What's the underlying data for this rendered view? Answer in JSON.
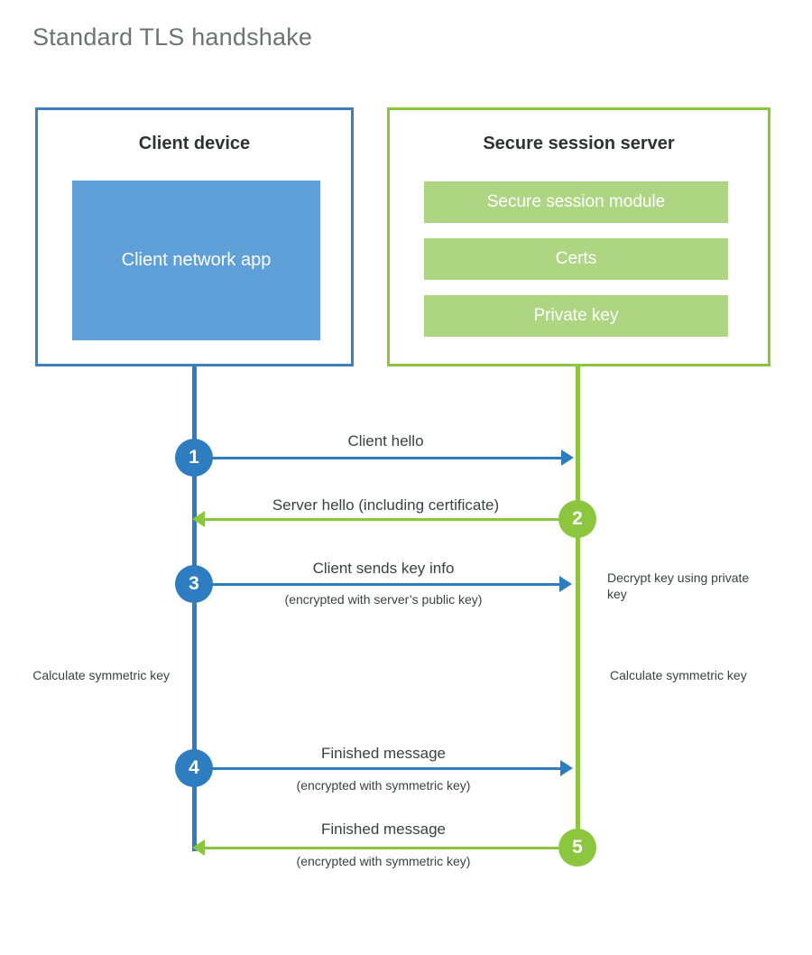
{
  "title": "Standard TLS handshake",
  "colors": {
    "client_blue": "#2e7dc0",
    "client_border_blue": "#3e7fc1",
    "client_app_fill": "#5fa0d8",
    "server_green": "#8cc63e",
    "server_bar_fill": "#aed581",
    "text_dark": "#3c4043",
    "title_gray": "#6f7275",
    "background": "#ffffff"
  },
  "client_panel": {
    "title": "Client device",
    "app_label": "Client network app"
  },
  "server_panel": {
    "title": "Secure session server",
    "bars": [
      {
        "label": "Secure session module"
      },
      {
        "label": "Certs"
      },
      {
        "label": "Private key"
      }
    ]
  },
  "steps": [
    {
      "number": "1",
      "direction": "client-to-server",
      "color": "blue",
      "label": "Client hello",
      "sublabel": ""
    },
    {
      "number": "2",
      "direction": "server-to-client",
      "color": "green",
      "label": "Server hello (including certificate)",
      "sublabel": ""
    },
    {
      "number": "3",
      "direction": "client-to-server",
      "color": "blue",
      "label": "Client sends key info",
      "sublabel": "(encrypted with server’s public key)"
    },
    {
      "number": "4",
      "direction": "client-to-server",
      "color": "blue",
      "label": "Finished message",
      "sublabel": "(encrypted with symmetric key)"
    },
    {
      "number": "5",
      "direction": "server-to-client",
      "color": "green",
      "label": "Finished message",
      "sublabel": "(encrypted with symmetric key)"
    }
  ],
  "annotations": {
    "decrypt_key": "Decrypt key using private key",
    "calculate_symmetric_key_client": "Calculate symmetric key",
    "calculate_symmetric_key_server": "Calculate symmetric key"
  }
}
